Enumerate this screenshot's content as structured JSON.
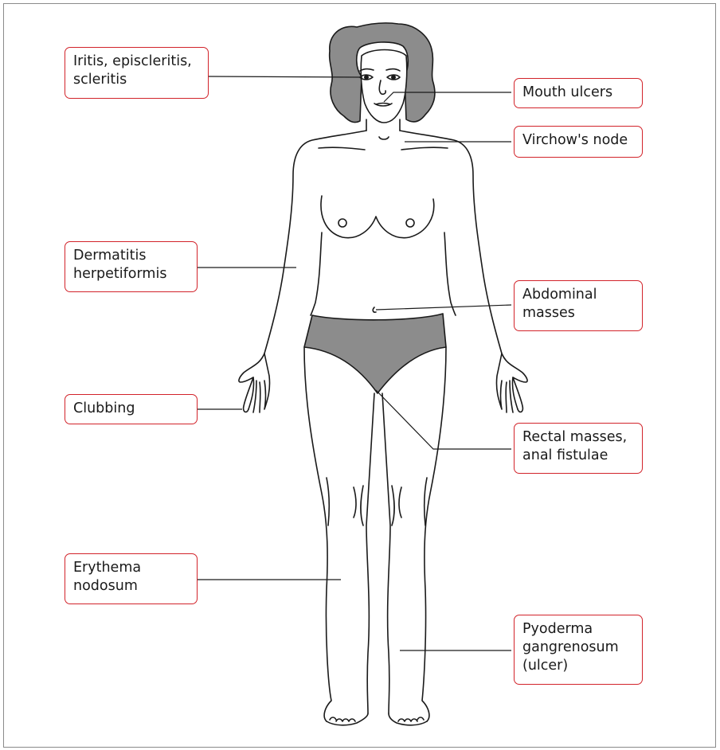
{
  "labels": {
    "iritis": "Iritis, episcleritis,\nscleritis",
    "mouth_ulcers": "Mouth ulcers",
    "virchows_node": "Virchow's node",
    "dermatitis": "Dermatitis\nherpetiformis",
    "abdominal_masses": "Abdominal\nmasses",
    "clubbing": "Clubbing",
    "rectal_masses": "Rectal masses,\nanal fistulae",
    "erythema": "Erythema\nnodosum",
    "pyoderma": "Pyoderma\ngangrenosum\n(ulcer)"
  },
  "colors": {
    "callout_border": "#d2232a",
    "hair": "#8c8c8c",
    "underwear": "#8c8c8c",
    "outline": "#1a1a1a"
  }
}
